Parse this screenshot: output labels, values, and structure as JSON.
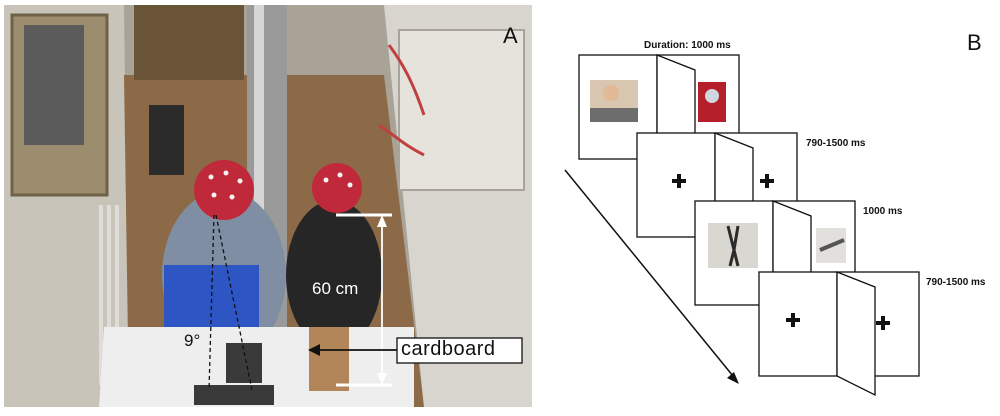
{
  "panel_a": {
    "letter": "A",
    "distance_label": "60 cm",
    "angle_label": "9°",
    "cardboard_label": "cardboard"
  },
  "panel_b": {
    "letter": "B",
    "frames": [
      {
        "label": "Duration: 1000 ms",
        "content": "photos"
      },
      {
        "label": "790-1500 ms",
        "content": "fixation"
      },
      {
        "label": "1000 ms",
        "content": "tools"
      },
      {
        "label": "790-1500 ms",
        "content": "fixation"
      }
    ]
  }
}
